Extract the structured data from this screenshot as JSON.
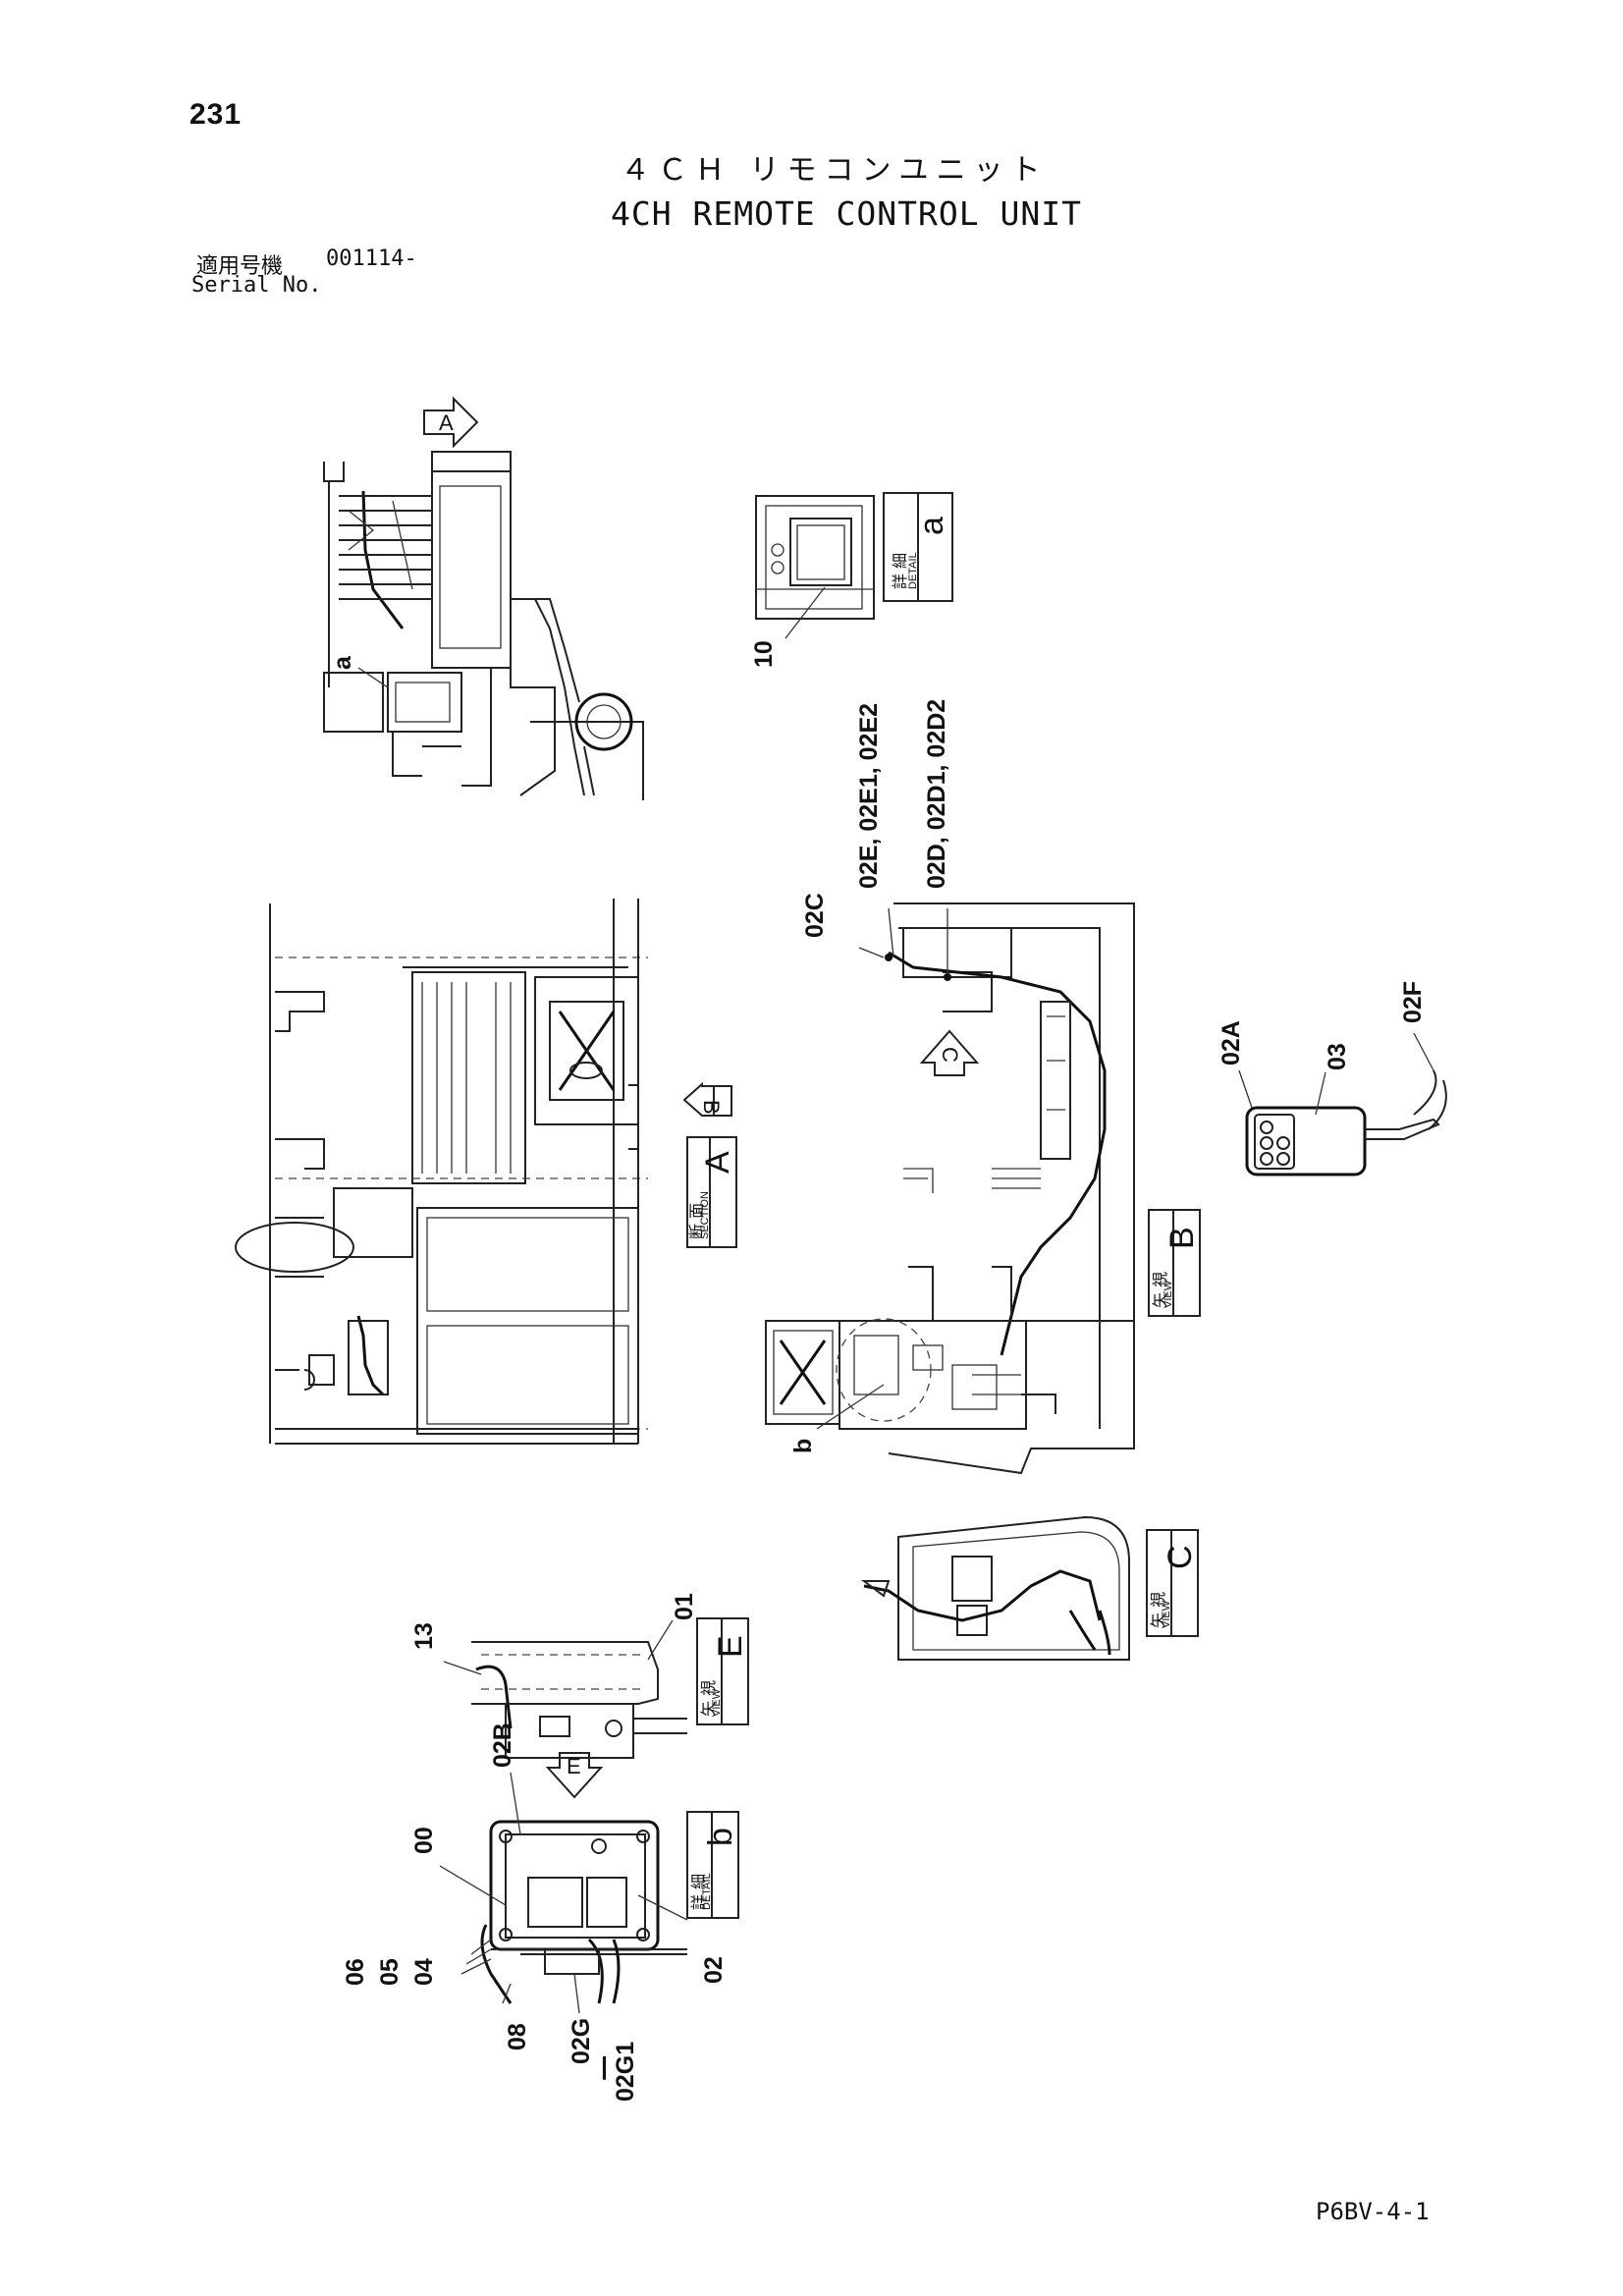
{
  "header": {
    "page_number": "231",
    "title_jp": "４ＣＨ リモコンユニット",
    "title_en": "4CH REMOTE CONTROL UNIT",
    "serial_label_jp": "適用号機",
    "serial_value": "001114-",
    "serial_label_en": "Serial No."
  },
  "footer": {
    "code": "P6BV-4-1"
  },
  "diagram": {
    "view_arrows": {
      "a_arrow": "A",
      "b_arrow": "B",
      "c_arrow": "C",
      "e_arrow": "E"
    },
    "ref_letters": {
      "a": "a",
      "b": "b"
    },
    "section_boxes": {
      "detail_a": {
        "letter": "a",
        "jp": "詳 細",
        "en": "DETAIL"
      },
      "section_a": {
        "letter": "A",
        "jp": "断 面",
        "en": "SECTION"
      },
      "view_b": {
        "letter": "B",
        "jp": "矢 視",
        "en": "VIEW"
      },
      "view_c": {
        "letter": "C",
        "jp": "矢 視",
        "en": "VIEW"
      },
      "view_e": {
        "letter": "E",
        "jp": "矢 視",
        "en": "VIEW"
      },
      "detail_b": {
        "letter": "b",
        "jp": "詳 細",
        "en": "DETAIL"
      }
    },
    "callouts": {
      "c10": "10",
      "c02E": "02E, 02E1, 02E2",
      "c02D": "02D, 02D1, 02D2",
      "c02C": "02C",
      "c02A": "02A",
      "c03": "03",
      "c02F": "02F",
      "c13": "13",
      "c01": "01",
      "c02B": "02B",
      "c00": "00",
      "c06": "06",
      "c05": "05",
      "c04": "04",
      "c08": "08",
      "c02G": "02G",
      "c02G_dash": "|",
      "c02G1": "02G1",
      "c02": "02"
    }
  }
}
